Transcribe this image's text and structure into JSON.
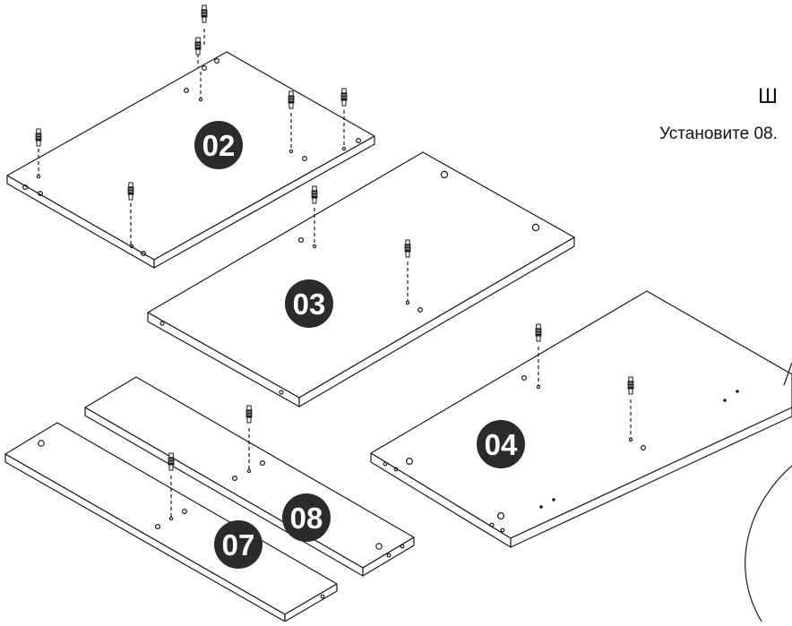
{
  "instruction": {
    "title": "Ш",
    "text": "Установите 08."
  },
  "parts": [
    {
      "label": "02"
    },
    {
      "label": "03"
    },
    {
      "label": "04"
    },
    {
      "label": "07"
    },
    {
      "label": "08"
    }
  ],
  "colors": {
    "badge": "#2b2b2b",
    "badge_text": "#ffffff",
    "line": "#1a1a1a"
  }
}
